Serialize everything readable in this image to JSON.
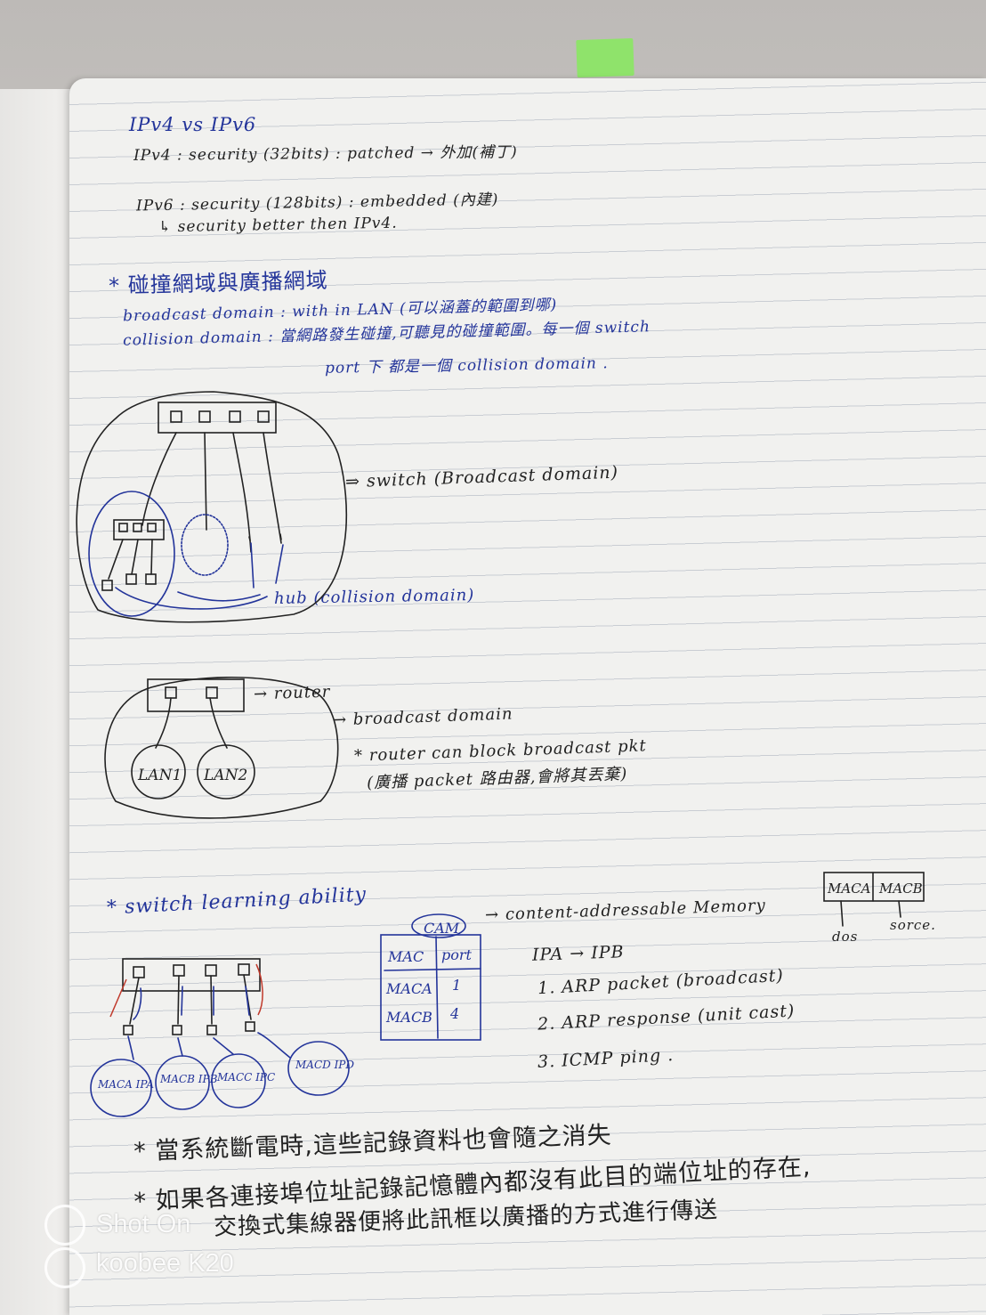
{
  "notes": {
    "title": "IPv4 vs IPv6",
    "ipv4_line": "IPv4 : security (32bits) : patched → 外加(補丁)",
    "ipv6_line": "IPv6 : security (128bits) : embedded (內建)",
    "ipv6_note": "↳ security better then IPv4.",
    "section1_title": "* 碰撞網域與廣播網域",
    "broadcast_line": "broadcast domain : with in LAN (可以涵蓋的範圍到哪)",
    "collision_line": "collision domain : 當網路發生碰撞,可聽見的碰撞範圍。每一個 switch",
    "collision_line2": "port 下 都是一個 collision domain .",
    "switch_label": "⇒ switch (Broadcast domain)",
    "hub_label": "hub (collision domain)",
    "router_label": "→ router",
    "broadcast_domain_label": "→ broadcast domain",
    "lan1": "LAN1",
    "lan2": "LAN2",
    "router_note1": "* router can block broadcast pkt",
    "router_note2": "(廣播 packet 路由器,會將其丟棄)",
    "section2_title": "* switch learning ability",
    "cam_label": "CAM",
    "cam_desc": "→ content-addressable Memory",
    "cam_header_mac": "MAC",
    "cam_header_port": "port",
    "cam_row1_mac": "MACA",
    "cam_row1_port": "1",
    "cam_row2_mac": "MACB",
    "cam_row2_port": "4",
    "frame_mac_a": "MACA",
    "frame_mac_b": "MACB",
    "frame_dst": "dos",
    "frame_src": "sorce.",
    "ip_flow": "IPA → IPB",
    "step1": "1. ARP packet (broadcast)",
    "step2": "2. ARP response (unit cast)",
    "step3": "3. ICMP ping .",
    "host_a": "MACA IPA",
    "host_b": "MACB IPB",
    "host_c": "MACC IPC",
    "host_d": "MACD IPD",
    "footer1": "* 當系統斷電時,這些記錄資料也會隨之消失",
    "footer2": "* 如果各連接埠位址記錄記憶體內都沒有此目的端位址的存在,",
    "footer3": "交換式集線器便將此訊框以廣播的方式進行傳送"
  },
  "watermark": {
    "line1": "Shot On",
    "line2": "koobee  K20"
  },
  "colors": {
    "ink_black": "#222222",
    "ink_blue": "#23349a",
    "sticky_tab": "#8fe36b",
    "ink_red": "#c0392b"
  }
}
